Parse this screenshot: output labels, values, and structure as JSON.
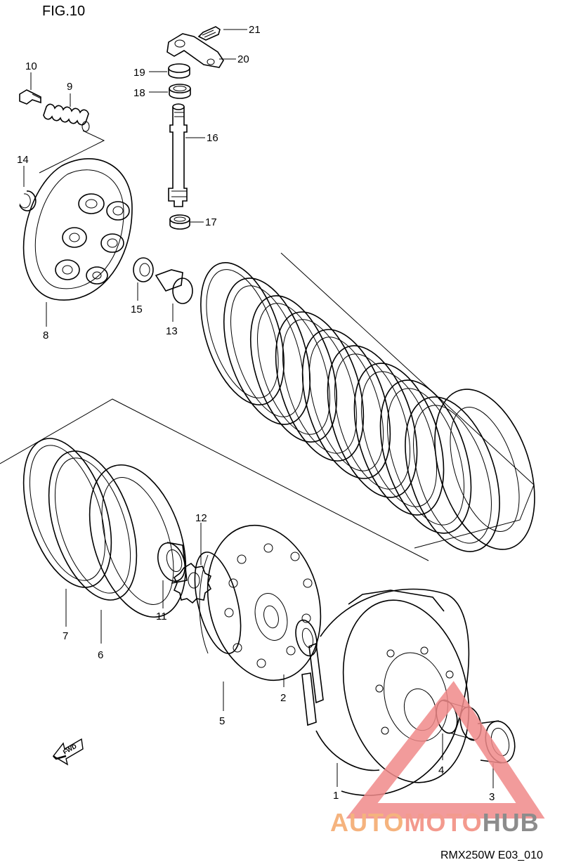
{
  "figure": {
    "title": "FIG.10",
    "model_code": "RMX250W E03_010",
    "fwd_label": "FWD"
  },
  "watermark": {
    "brand": "AUTOMOTOHUB",
    "part_auto": "AUTO",
    "part_moto": "MOTO",
    "part_hub": "HUB",
    "color_auto": "#F5B37E",
    "color_moto": "#F39A8E",
    "color_hub": "#8C8C8C",
    "triangle_color": "#F08A8A"
  },
  "callouts": [
    {
      "id": "1",
      "label": "1"
    },
    {
      "id": "2",
      "label": "2"
    },
    {
      "id": "3",
      "label": "3"
    },
    {
      "id": "4",
      "label": "4"
    },
    {
      "id": "5",
      "label": "5"
    },
    {
      "id": "6",
      "label": "6"
    },
    {
      "id": "7",
      "label": "7"
    },
    {
      "id": "8",
      "label": "8"
    },
    {
      "id": "9",
      "label": "9"
    },
    {
      "id": "10",
      "label": "10"
    },
    {
      "id": "11",
      "label": "11"
    },
    {
      "id": "12",
      "label": "12"
    },
    {
      "id": "13",
      "label": "13"
    },
    {
      "id": "14",
      "label": "14"
    },
    {
      "id": "15",
      "label": "15"
    },
    {
      "id": "16",
      "label": "16"
    },
    {
      "id": "17",
      "label": "17"
    },
    {
      "id": "18",
      "label": "18"
    },
    {
      "id": "19",
      "label": "19"
    },
    {
      "id": "20",
      "label": "20"
    },
    {
      "id": "21",
      "label": "21"
    }
  ]
}
